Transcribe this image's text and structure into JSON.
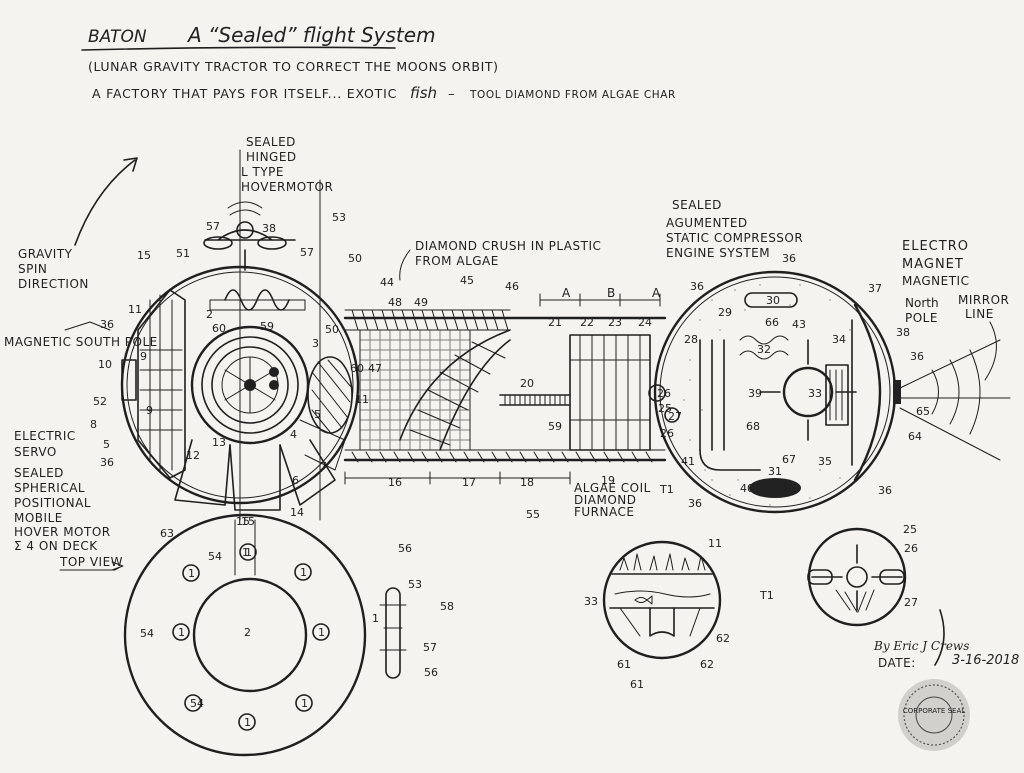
{
  "title": {
    "name": "BATON",
    "system": "A “Sealed” flight System"
  },
  "subtitle": "(LUNAR GRAVITY TRACTOR TO CORRECT THE MOONS ORBIT)",
  "tagline": {
    "part1": "A FACTORY THAT PAYS FOR ITSELF... EXOTIC",
    "fish": "fish",
    "dash": "–",
    "part2": "TOOL DIAMOND FROM ALGAE CHAR"
  },
  "labels": {
    "sealed_hinged": [
      "SEALED",
      "HINGED",
      "L TYPE",
      "HOVERMOTOR"
    ],
    "gravity_spin": [
      "GRAVITY",
      "SPIN",
      "DIRECTION"
    ],
    "magnetic_south_pole": "MAGNETIC SOUTH POLE",
    "electric_servo": [
      "ELECTRIC",
      "SERVO"
    ],
    "sealed_spherical": [
      "SEALED",
      "SPHERICAL",
      "POSITIONAL",
      "MOBILE",
      "HOVER MOTOR",
      "Σ 4 ON DECK"
    ],
    "top_view": "TOP VIEW",
    "diamond_crush": [
      "DIAMOND CRUSH IN PLASTIC",
      "FROM ALGAE"
    ],
    "sealed_engine": [
      "SEALED",
      "AGUMENTED",
      "STATIC COMPRESSOR",
      "ENGINE SYSTEM"
    ],
    "electro_magnet": [
      "ELECTRO",
      "MAGNET"
    ],
    "magnetic": "MAGNETIC",
    "north_pole": [
      "North",
      "POLE"
    ],
    "mirror_line": [
      "MIRROR",
      "LINE"
    ],
    "algae_coil": [
      "ALGAE COIL",
      "DIAMOND",
      "FURNACE"
    ],
    "abab": [
      "A",
      "B",
      "A"
    ]
  },
  "numbers": {
    "left_sphere": [
      "15",
      "51",
      "11",
      "36",
      "9",
      "10",
      "52",
      "9",
      "8",
      "5",
      "36",
      "60",
      "2",
      "59",
      "3",
      "50",
      "4",
      "5",
      "12",
      "13",
      "7",
      "6",
      "14",
      "63",
      "15",
      "1"
    ],
    "hover_motor": [
      "57",
      "38",
      "57",
      "53",
      "50"
    ],
    "tube": [
      "44",
      "48",
      "49",
      "45",
      "46",
      "47",
      "60",
      "11",
      "20",
      "59",
      "21",
      "22",
      "23",
      "24",
      "16",
      "17",
      "18",
      "19",
      "55"
    ],
    "right_sphere": [
      "36",
      "30",
      "29",
      "28",
      "66",
      "43",
      "32",
      "34",
      "33",
      "39",
      "26",
      "27",
      "25",
      "26",
      "68",
      "67",
      "35",
      "41",
      "40",
      "31",
      "T1",
      "36",
      "36",
      "36",
      "37",
      "38",
      "36",
      "65",
      "64"
    ],
    "top_view": [
      "54",
      "15",
      "1",
      "1",
      "1",
      "54",
      "1",
      "2",
      "1",
      "54",
      "1",
      "1",
      "1"
    ],
    "side_detail": [
      "56",
      "53",
      "58",
      "57",
      "56"
    ],
    "fish_tank": [
      "11",
      "T1",
      "33",
      "61",
      "62",
      "61",
      "62"
    ],
    "rotor": [
      "25",
      "26",
      "27"
    ]
  },
  "signature": {
    "by": "By Eric J Crews",
    "date_label": "DATE:",
    "date": "3-16-2018"
  },
  "seal_text": "CORPORATE SEAL"
}
